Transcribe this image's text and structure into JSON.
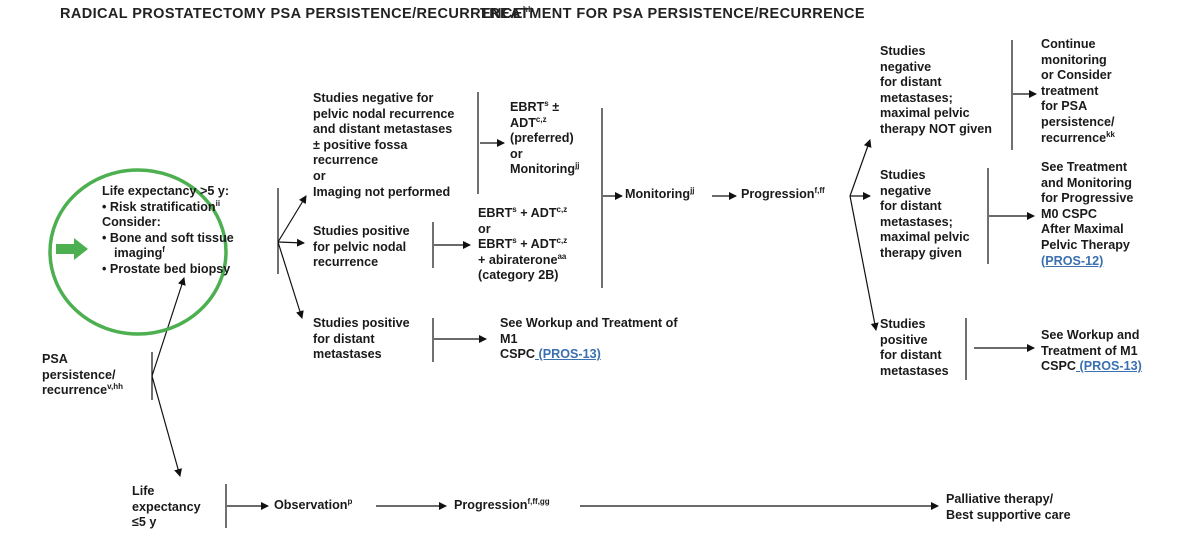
{
  "header": {
    "left_line1": "RADICAL PROSTATECTOMY PSA",
    "left_line2": "PERSISTENCE/RECURRENCE",
    "left_sup": "hh",
    "right_line1": "TREATMENT FOR PSA",
    "right_line2": "PERSISTENCE/RECURRENCE"
  },
  "nodes": {
    "psa_entry": {
      "l1": "PSA",
      "l2": "persistence/",
      "l3": "recurrence",
      "l3_sup": "v,hh"
    },
    "life_gt5": {
      "l1": "Life expectancy >5 y:",
      "l2": "• Risk stratification",
      "l2_sup": "ii",
      "l3": "Consider:",
      "l4": "• Bone and soft tissue",
      "l5": "imaging",
      "l5_sup": "f",
      "l6": "• Prostate bed biopsy"
    },
    "life_le5": {
      "l1": "Life",
      "l2": "expectancy",
      "l3": "≤5 y"
    },
    "observation": {
      "text": "Observation",
      "sup": "p"
    },
    "progression_low": {
      "text": "Progression",
      "sup": "f,ff,gg"
    },
    "palliative": {
      "l1": "Palliative therapy/",
      "l2": "Best supportive care"
    },
    "studies_neg_pelvic": {
      "l1": "Studies negative for",
      "l2": "pelvic nodal recurrence",
      "l3": "and distant metastases",
      "l4": "± positive fossa",
      "l5": "recurrence",
      "l6": "or",
      "l7": "Imaging not performed"
    },
    "studies_pos_pelvic": {
      "l1": "Studies positive",
      "l2": "for pelvic nodal",
      "l3": "recurrence"
    },
    "studies_pos_distant_left": {
      "l1": "Studies positive",
      "l2": "for distant",
      "l3": "metastases"
    },
    "tx_ebrt_adt": {
      "l1a": "EBRT",
      "l1_sup": "s",
      "l1b": " ±",
      "l2a": "ADT",
      "l2_sup": "c,z",
      "l3": "(preferred)",
      "l4": "or",
      "l5": "Monitoring",
      "l5_sup": "jj"
    },
    "tx_pelvic": {
      "l1a": "EBRT",
      "l1_sup1": "s",
      "l1b": " + ADT",
      "l1_sup2": "c,z",
      "l2": "or",
      "l3a": "EBRT",
      "l3_sup1": "s",
      "l3b": " + ADT",
      "l3_sup2": "c,z",
      "l4a": "+ abiraterone",
      "l4_sup": "aa",
      "l5": "(category 2B)"
    },
    "tx_m1_left": {
      "l1": "See Workup and Treatment of",
      "l2": "M1",
      "l3a": "CSPC",
      "l3_link": " (PROS-13)"
    },
    "monitoring": {
      "text": "Monitoring",
      "sup": "jj"
    },
    "progression_mid": {
      "text": "Progression",
      "sup": "f,ff"
    },
    "studies_neg_not_given": {
      "l1": "Studies",
      "l2": "negative",
      "l3": "for distant",
      "l4": "metastases;",
      "l5": "maximal pelvic",
      "l6": "therapy NOT given"
    },
    "studies_neg_given": {
      "l1": "Studies",
      "l2": "negative",
      "l3": "for distant",
      "l4": "metastases;",
      "l5": "maximal pelvic",
      "l6": "therapy given"
    },
    "studies_pos_distant_right": {
      "l1": "Studies",
      "l2": "positive",
      "l3": "for distant",
      "l4": "metastases"
    },
    "continue_monitoring": {
      "l1": "Continue",
      "l2": "monitoring",
      "l3": "or Consider",
      "l4": "treatment",
      "l5": "for PSA",
      "l6": "persistence/",
      "l7": "recurrence",
      "l7_sup": "kk"
    },
    "see_tx_m0": {
      "l1": "See Treatment",
      "l2": "and Monitoring",
      "l3": "for Progressive",
      "l4": "M0 CSPC",
      "l5": "After Maximal",
      "l6": "Pelvic Therapy",
      "l7_link": "(PROS-12)"
    },
    "see_m1_right": {
      "l1": "See Workup and",
      "l2": "Treatment of M1",
      "l3a": "CSPC",
      "l3_link": " (PROS-13)"
    }
  },
  "colors": {
    "text": "#1a1a1a",
    "link": "#3a6fb0",
    "highlight": "#4caf50",
    "line": "#111111"
  },
  "icons": {
    "highlight_arrow": "green-right-arrow-icon",
    "highlight_ring": "green-ellipse"
  }
}
